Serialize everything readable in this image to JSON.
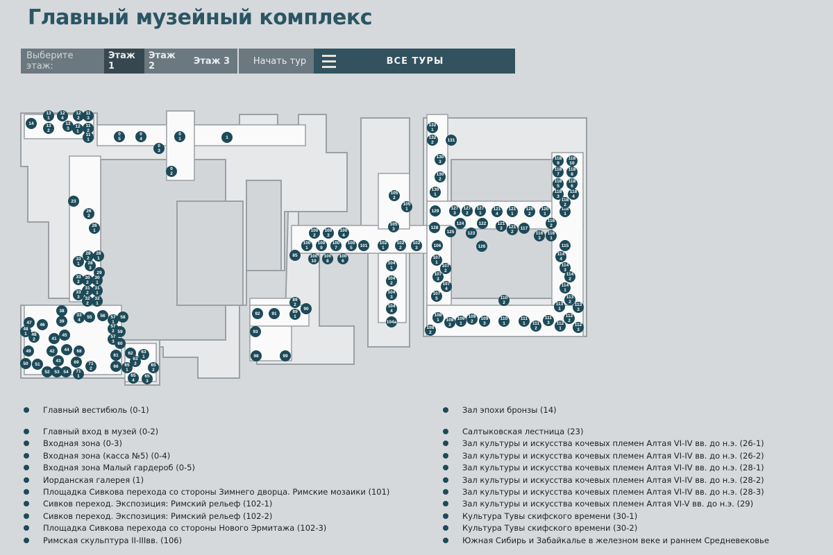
{
  "title": "Главный музейный комплекс",
  "toolbar": {
    "floor_label": "Выберите этаж:",
    "floors": [
      "Этаж 1",
      "Этаж 2",
      "Этаж 3"
    ],
    "active_floor": "Этаж 1",
    "start_tour": "Начать тур",
    "all_tours": "ВСЕ ТУРЫ"
  },
  "colors": {
    "accent": "#2b5563",
    "marker": "#1d4a58",
    "tours_bg": "#31525e"
  },
  "markers": [
    "14",
    "13\n1",
    "13\n2",
    "12\n4",
    "12\n3",
    "12\n2",
    "12\n1",
    "11\n3",
    "11\n2",
    "11\n1",
    "0\n5",
    "0\n4",
    "0\n3",
    "0\n1",
    "0\n2",
    "1",
    "23",
    "26\n2",
    "26\n1",
    "28\n2",
    "28\n1",
    "33\n1",
    "28\n3",
    "29",
    "33\n2",
    "30\n2",
    "30\n1",
    "33\n3",
    "31\n2",
    "31\n1",
    "32\n2",
    "32\n1",
    "38",
    "39",
    "33\n4",
    "55",
    "56",
    "57\n1",
    "58",
    "47",
    "46",
    "48\n1",
    "48\n2",
    "41",
    "45",
    "57\n2",
    "59",
    "57\n3",
    "60",
    "49",
    "42",
    "44",
    "68",
    "61",
    "62",
    "63\n1",
    "63\n2",
    "50",
    "51",
    "43",
    "69",
    "71\n2",
    "66",
    "65\n1",
    "65\n2",
    "52",
    "53",
    "54",
    "71\n1",
    "65\n4",
    "65\n3",
    "100\n2",
    "100\n3",
    "100\n4",
    "100\n1",
    "100\n9",
    "100\n7",
    "100\n5",
    "101",
    "102\n1",
    "102\n2",
    "102\n3",
    "106",
    "85",
    "100\n10",
    "100\n8",
    "100\n6",
    "104\n1",
    "104\n2",
    "104\n3",
    "104\n4",
    "104a",
    "89\n2",
    "90",
    "89\n1",
    "92",
    "91",
    "93",
    "98",
    "99",
    "105\n2",
    "105\n1",
    "105\n3",
    "132\n1",
    "132\n2",
    "131",
    "130\n3",
    "130\n2",
    "130\n1",
    "129",
    "127\n3",
    "127\n2",
    "127\n1",
    "121\n4",
    "121\n1",
    "120\n2",
    "120\n1",
    "118\n1",
    "118\n9",
    "118\n10",
    "118\n7",
    "118\n8",
    "118\n5",
    "118\n6",
    "118\n3",
    "118\n4",
    "118\n2",
    "128",
    "124",
    "122",
    "125",
    "123",
    "121\n3",
    "121\n2",
    "117",
    "116\n2",
    "116\n3",
    "116\n1",
    "126",
    "115",
    "107\n1",
    "107\n2",
    "107\n3",
    "107\n4",
    "107\n5",
    "114\n4",
    "114\n3",
    "114\n2",
    "114\n1",
    "110\n2",
    "113\n1",
    "113\n2",
    "113\n3",
    "108\n1",
    "108\n3",
    "108\n2",
    "109\n1",
    "109\n2",
    "109\n3",
    "110\n1",
    "111\n1",
    "111\n2",
    "111\n3",
    "112\n1",
    "112\n2",
    "112\n3"
  ],
  "legend_left": [
    "Главный вестибюль (0-1)",
    "Главный вход в музей (0-2)",
    "Входная зона (0-3)",
    "Входная зона (касса №5) (0-4)",
    "Входная зона Малый гардероб (0-5)",
    "Иорданская галерея (1)",
    "Площадка Сивкова перехода со стороны Зимнего дворца. Римские мозаики (101)",
    "Сивков переход. Экспозиция: Римский рельеф (102-1)",
    "Сивков переход. Экспозиция: Римский рельеф (102-2)",
    "Площадка Сивкова перехода со стороны Нового Эрмитажа (102-3)",
    "Римская скульптура II-IIIвв. (106)"
  ],
  "legend_right": [
    "Зал эпохи бронзы (14)",
    "Салтыковская лестница (23)",
    "Зал культуры и искусства кочевых племен Алтая VI-IV вв. до н.э. (26-1)",
    "Зал культуры и искусства кочевых племен Алтая VI-IV вв. до н.э. (26-2)",
    "Зал культуры и искусства кочевых племен Алтая VI-IV вв. до н.э. (28-1)",
    "Зал культуры и искусства кочевых племен Алтая VI-IV вв. до н.э. (28-2)",
    "Зал культуры и искусства кочевых племен Алтая VI-IV вв. до н.э. (28-3)",
    "Зал культуры и искусства кочевых племен Алтая VI-V вв. до н.э. (29)",
    "Культура Тувы скифского времени (30-1)",
    "Культура Тувы скифского времени (30-2)",
    "Южная Сибирь и Забайкалье в железном веке и раннем Средневековье"
  ]
}
